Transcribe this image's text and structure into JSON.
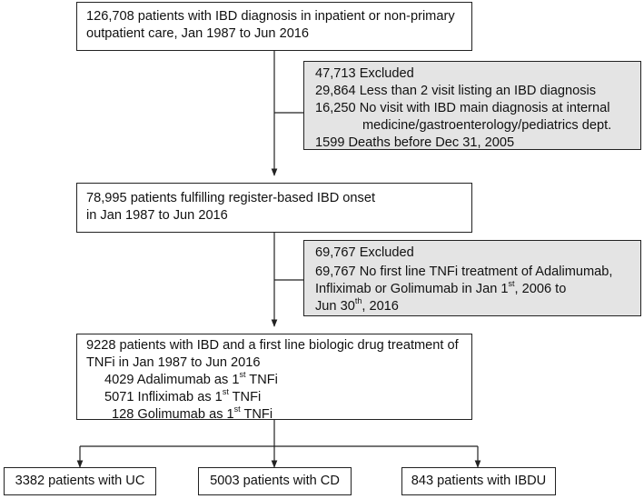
{
  "box1": {
    "line1": "126,708 patients with IBD diagnosis in inpatient or non-primary",
    "line2": "outpatient care, Jan 1987 to Jun 2016"
  },
  "excl1": {
    "total": "47,713 Excluded",
    "item1": "29,864 Less than 2 visit listing an IBD diagnosis",
    "item2a": "16,250 No visit with IBD main diagnosis at internal",
    "item2b": "medicine/gastroenterology/pediatrics dept.",
    "item3": "1599 Deaths before Dec 31, 2005"
  },
  "box2": {
    "line1": "78,995 patients fulfilling register-based IBD onset",
    "line2": "in Jan 1987 to Jun 2016"
  },
  "excl2": {
    "total": "69,767 Excluded",
    "line1": "69,767 No first line TNFi treatment of Adalimumab,",
    "line2a": "Infliximab or Golimumab in Jan 1",
    "line2sup": "st",
    "line2b": ", 2006 to",
    "line3a": "Jun 30",
    "line3sup": "th",
    "line3b": ", 2016"
  },
  "box3": {
    "line1": "9228 patients with IBD and a first line biologic drug treatment of",
    "line2": "TNFi in Jan 1987 to Jun 2016",
    "ada_a": "4029 Adalimumab as 1",
    "ada_sup": "st",
    "ada_b": " TNFi",
    "inf_a": "5071 Infliximab as 1",
    "inf_sup": "st",
    "inf_b": " TNFi",
    "gol_a": "128 Golimumab as 1",
    "gol_sup": "st",
    "gol_b": " TNFi"
  },
  "outcomes": {
    "uc": "3382 patients with UC",
    "cd": "5003 patients with CD",
    "ibdu": "843 patients with IBDU"
  }
}
